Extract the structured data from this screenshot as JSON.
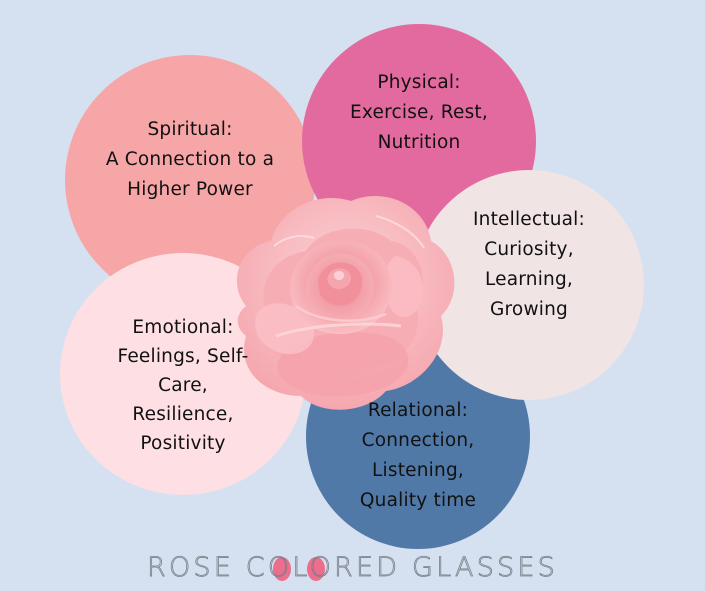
{
  "diagram": {
    "type": "wellness-petal-diagram",
    "background_color": "#D5E1F0",
    "center_image": "pink-rose",
    "petals": [
      {
        "id": "spiritual",
        "title": "Spiritual:",
        "lines": [
          "A Connection to a",
          "Higher Power"
        ],
        "color": "#F7A6A8"
      },
      {
        "id": "physical",
        "title": "Physical:",
        "lines": [
          "Exercise, Rest,",
          "Nutrition"
        ],
        "color": "#E36A9F"
      },
      {
        "id": "intellectual",
        "title": "Intellectual:",
        "lines": [
          "Curiosity,",
          "Learning,",
          "Growing"
        ],
        "color": "#F0E4E5"
      },
      {
        "id": "emotional",
        "title": "Emotional:",
        "lines": [
          "Feelings, Self-",
          "Care,",
          "Resilience,",
          "Positivity"
        ],
        "color": "#FDDFE4"
      },
      {
        "id": "relational",
        "title": "Relational:",
        "lines": [
          "Connection,",
          "Listening,",
          "Quality time"
        ],
        "color": "#5179A8"
      }
    ]
  },
  "footer": {
    "brand": "ROSE COLORED GLASSES",
    "accent_color": "#EC6D8C"
  }
}
